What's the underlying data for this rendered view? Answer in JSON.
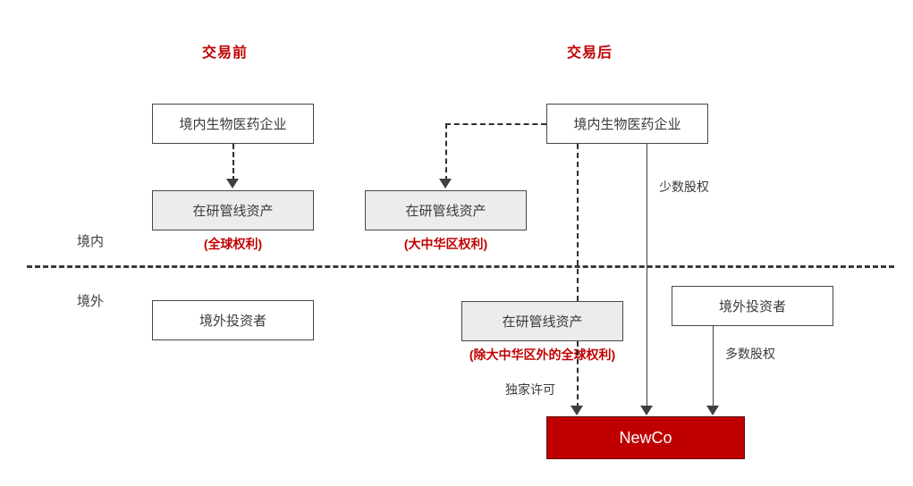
{
  "diagram": {
    "titles": {
      "before": "交易前",
      "after": "交易后"
    },
    "region_labels": {
      "onshore": "境内",
      "offshore": "境外"
    },
    "colors": {
      "accent_red": "#c00000",
      "box_fill_grey": "#ececec",
      "box_fill_white": "#ffffff",
      "border": "#3f4954",
      "text": "#3a3a3a"
    },
    "before": {
      "company_box": "境内生物医药企业",
      "asset_box": "在研管线资产",
      "asset_caption": "(全球权利)",
      "investor_box": "境外投资者"
    },
    "after": {
      "company_box": "境内生物医药企业",
      "asset_box_greater_china": "在研管线资产",
      "asset_caption_greater_china": "(大中华区权利)",
      "asset_box_exgc": "在研管线资产",
      "asset_caption_exgc": "(除大中华区外的全球权利)",
      "investor_box": "境外投资者",
      "newco_box": "NewCo",
      "edge_minority": "少数股权",
      "edge_majority": "多数股权",
      "edge_exclusive_license": "独家许可"
    }
  }
}
